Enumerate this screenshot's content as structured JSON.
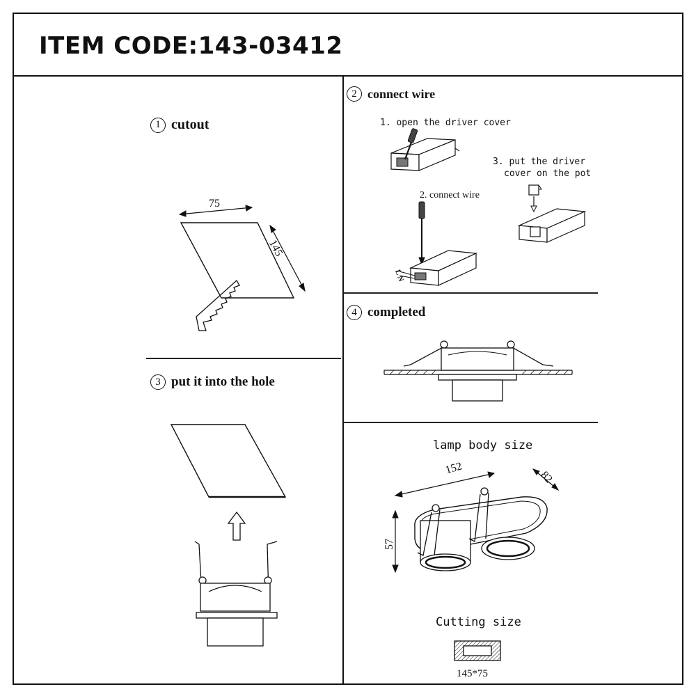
{
  "item_code": "ITEM CODE:143-03412",
  "steps": {
    "cutout": {
      "num": "1",
      "label": "cutout",
      "width": "75",
      "length": "145"
    },
    "connect_wire": {
      "num": "2",
      "label": "connect wire",
      "sub1": "1. open the driver cover",
      "sub2": "2. connect wire",
      "sub3_line1": "3. put the driver",
      "sub3_line2": "cover on the pot",
      "terminal_label": "L N"
    },
    "put_into_hole": {
      "num": "3",
      "label": "put it into the hole"
    },
    "completed": {
      "num": "4",
      "label": "completed"
    }
  },
  "lamp_body": {
    "title": "lamp body size",
    "length": "152",
    "width": "82",
    "height": "57"
  },
  "cutting": {
    "title": "Cutting size",
    "value": "145*75"
  }
}
